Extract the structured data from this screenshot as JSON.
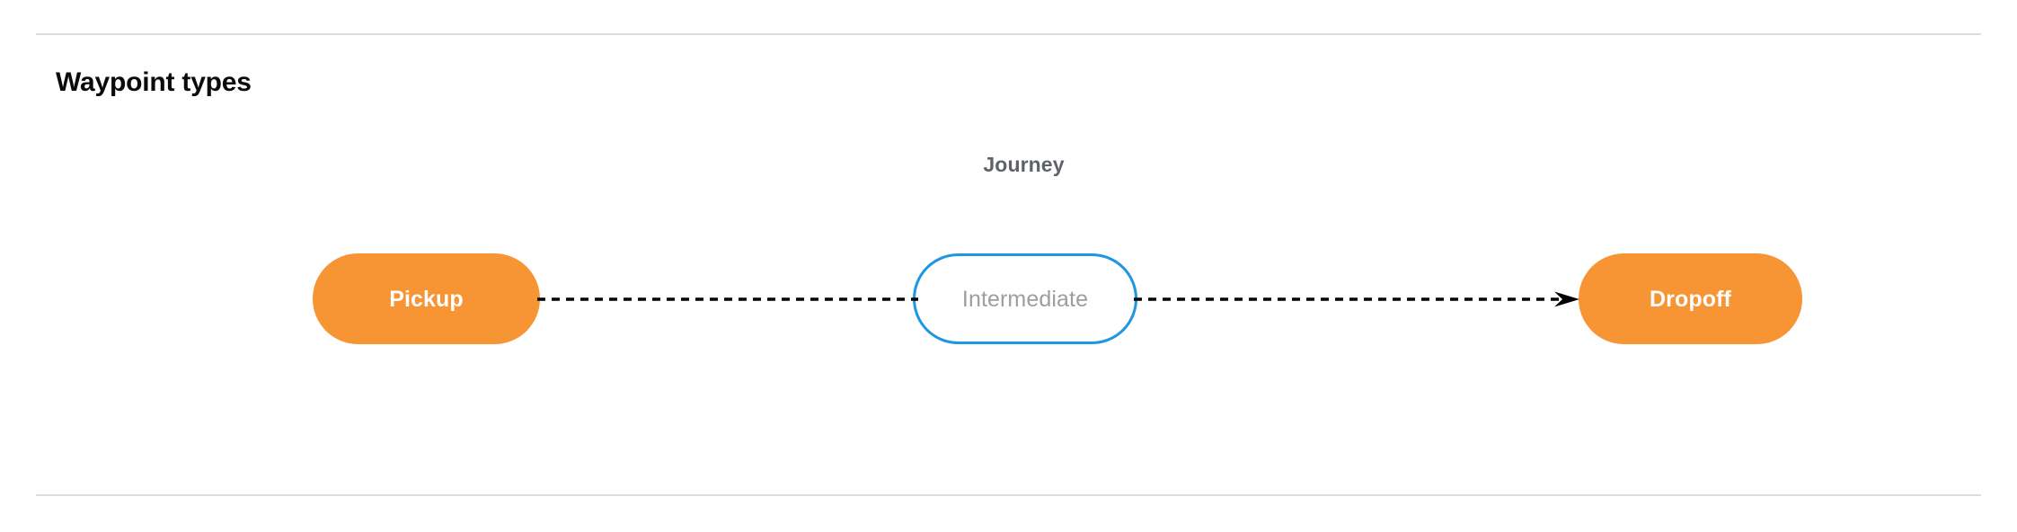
{
  "section": {
    "title": "Waypoint types"
  },
  "diagram": {
    "cluster_label": "Journey",
    "nodes": [
      {
        "id": "pickup",
        "label": "Pickup",
        "kind": "terminal",
        "fill": "#f79433",
        "text_color": "#ffffff"
      },
      {
        "id": "intermediate",
        "label": "Intermediate",
        "kind": "intermediate",
        "fill": "#ffffff",
        "border_color": "#1e96e0",
        "text_color": "#9e9e9e"
      },
      {
        "id": "dropoff",
        "label": "Dropoff",
        "kind": "terminal",
        "fill": "#f79433",
        "text_color": "#ffffff"
      }
    ],
    "edges": [
      {
        "id": "edge-pickup-intermediate",
        "from": "pickup",
        "to": "intermediate",
        "style": "dashed",
        "arrowhead": false,
        "color": "#000000"
      },
      {
        "id": "edge-intermediate-dropoff",
        "from": "intermediate",
        "to": "dropoff",
        "style": "dashed",
        "arrowhead": true,
        "color": "#000000"
      }
    ]
  },
  "colors": {
    "divider": "#dadce0",
    "title_text": "#0b0b0b",
    "cluster_label_text": "#5f6368",
    "accent_orange": "#f79433",
    "accent_blue": "#1e96e0",
    "muted_gray": "#9e9e9e",
    "background": "#ffffff"
  }
}
